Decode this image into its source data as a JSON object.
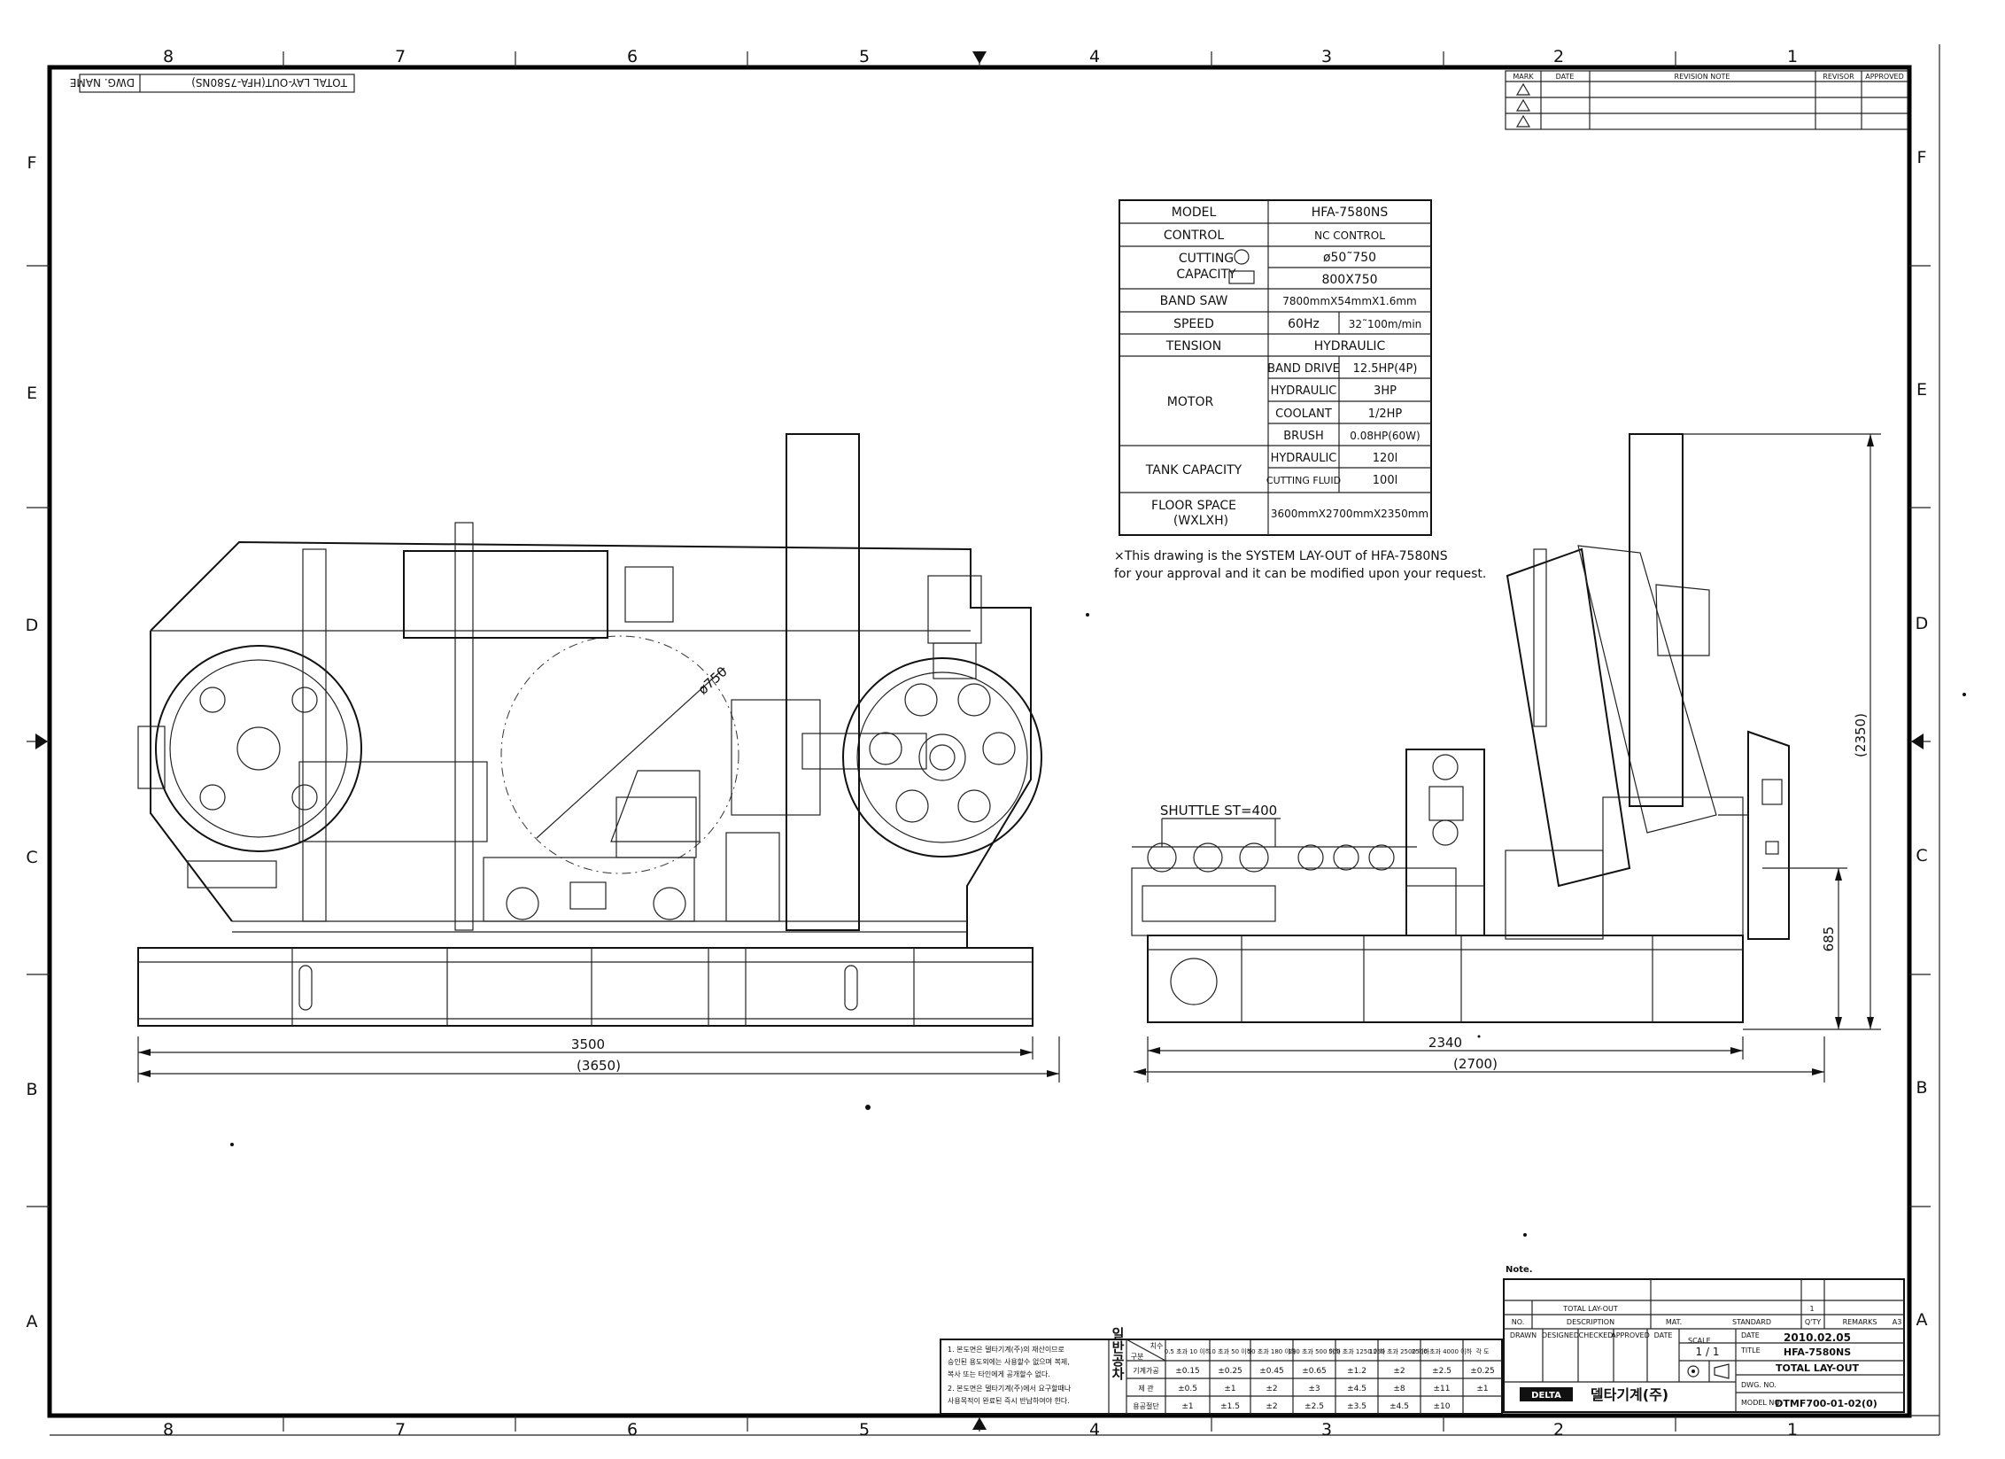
{
  "title_strip": {
    "dwg_name_label": "DWG. NAME",
    "dwg_name_value": "TOTAL LAY-OUT(HFA-7580NS)"
  },
  "zones": {
    "columns": [
      "8",
      "7",
      "6",
      "5",
      "4",
      "3",
      "2",
      "1"
    ],
    "rows": [
      "F",
      "E",
      "D",
      "C",
      "B",
      "A"
    ]
  },
  "revision": {
    "headers": [
      "MARK",
      "DATE",
      "REVISION NOTE",
      "REVISOR",
      "APPROVED"
    ]
  },
  "spec": {
    "model_label": "MODEL",
    "model_value": "HFA-7580NS",
    "control_label": "CONTROL",
    "control_value": "NC CONTROL",
    "cutting_label_1": "CUTTING",
    "cutting_label_2": "CAPACITY",
    "cutting_round": "ø50˜750",
    "cutting_square": "800X750",
    "bandsaw_label": "BAND SAW",
    "bandsaw_value": "7800mmX54mmX1.6mm",
    "speed_label": "SPEED",
    "speed_hz": "60Hz",
    "speed_value": "32˜100m/min",
    "tension_label": "TENSION",
    "tension_value": "HYDRAULIC",
    "motor_label": "MOTOR",
    "motor_rows": [
      {
        "name": "BAND DRIVE",
        "value": "12.5HP(4P)"
      },
      {
        "name": "HYDRAULIC",
        "value": "3HP"
      },
      {
        "name": "COOLANT",
        "value": "1/2HP"
      },
      {
        "name": "BRUSH",
        "value": "0.08HP(60W)"
      }
    ],
    "tank_label": "TANK CAPACITY",
    "tank_rows": [
      {
        "name": "HYDRAULIC",
        "value": "120l"
      },
      {
        "name": "CUTTING FLUID",
        "value": "100l"
      }
    ],
    "floor_label_1": "FLOOR SPACE",
    "floor_label_2": "(WXLXH)",
    "floor_value": "3600mmX2700mmX2350mm"
  },
  "note": {
    "line1": "×This drawing is the SYSTEM LAY-OUT of HFA-7580NS",
    "line2": " for your approval and it can be modified upon your request."
  },
  "dimensions": {
    "front_width": "3500",
    "front_overall": "(3650)",
    "blade_dia": "ø750",
    "shuttle": "SHUTTLE ST=400",
    "side_width": "2340",
    "side_overall": "(2700)",
    "height_overall": "(2350)",
    "table_height": "685"
  },
  "title_block": {
    "note_label": "Note.",
    "desc_value": "TOTAL LAY-OUT",
    "qty_value": "1",
    "col_no": "NO.",
    "col_desc": "DESCRIPTION",
    "col_mat": "MAT.",
    "col_standard": "STANDARD",
    "col_qty": "Q'TY",
    "col_remarks": "REMARKS",
    "remarks_value": "A3",
    "drawn": "DRAWN",
    "designed": "DESIGNED",
    "checked": "CHECKED",
    "approved": "APPROVED",
    "date_label": "DATE",
    "date_value": "2010.02.05",
    "scale_label": "SCALE",
    "scale_value": "1 / 1",
    "title_label": "TITLE",
    "title_value_1": "HFA-7580NS",
    "title_value_2": "TOTAL LAY-OUT",
    "dwg_no_label": "DWG. NO.",
    "model_no_label": "MODEL NO.",
    "model_no_value": "DTMF700-01-02(0)",
    "brand_badge": "DELTA",
    "company": "델타기계(주)"
  },
  "tolerance": {
    "notes": [
      "1. 본도면은 델타기계(주)의 재산이므로",
      "   승인된 용도외에는 사용할수 없으며 복제,",
      "   복사 또는 타인에게 공개할수 없다.",
      "2. 본도면은 델타기계(주)에서 요구할때나",
      "   사용목적이 완료된 즉시 반납하여야 한다."
    ],
    "side_label": "일반공차",
    "header_corner_top": "치수",
    "header_corner_bottom": "구분",
    "headers": [
      "0.5 초과 10 이하",
      "10 초과 50 이하",
      "50 초과 180 이하",
      "180 초과 500 이하",
      "500 초과 1250 이하",
      "1250 초과 2500 이하",
      "2500 초과 4000 이하",
      "각 도"
    ],
    "rows": [
      {
        "label": "기계가공",
        "values": [
          "±0.15",
          "±0.25",
          "±0.45",
          "±0.65",
          "±1.2",
          "±2",
          "±2.5",
          "±0.25"
        ]
      },
      {
        "label": "제 관",
        "values": [
          "±0.5",
          "±1",
          "±2",
          "±3",
          "±4.5",
          "±8",
          "±11",
          "±1"
        ]
      },
      {
        "label": "용공절단",
        "values": [
          "±1",
          "±1.5",
          "±2",
          "±2.5",
          "±3.5",
          "±4.5",
          "±10",
          ""
        ]
      }
    ]
  }
}
